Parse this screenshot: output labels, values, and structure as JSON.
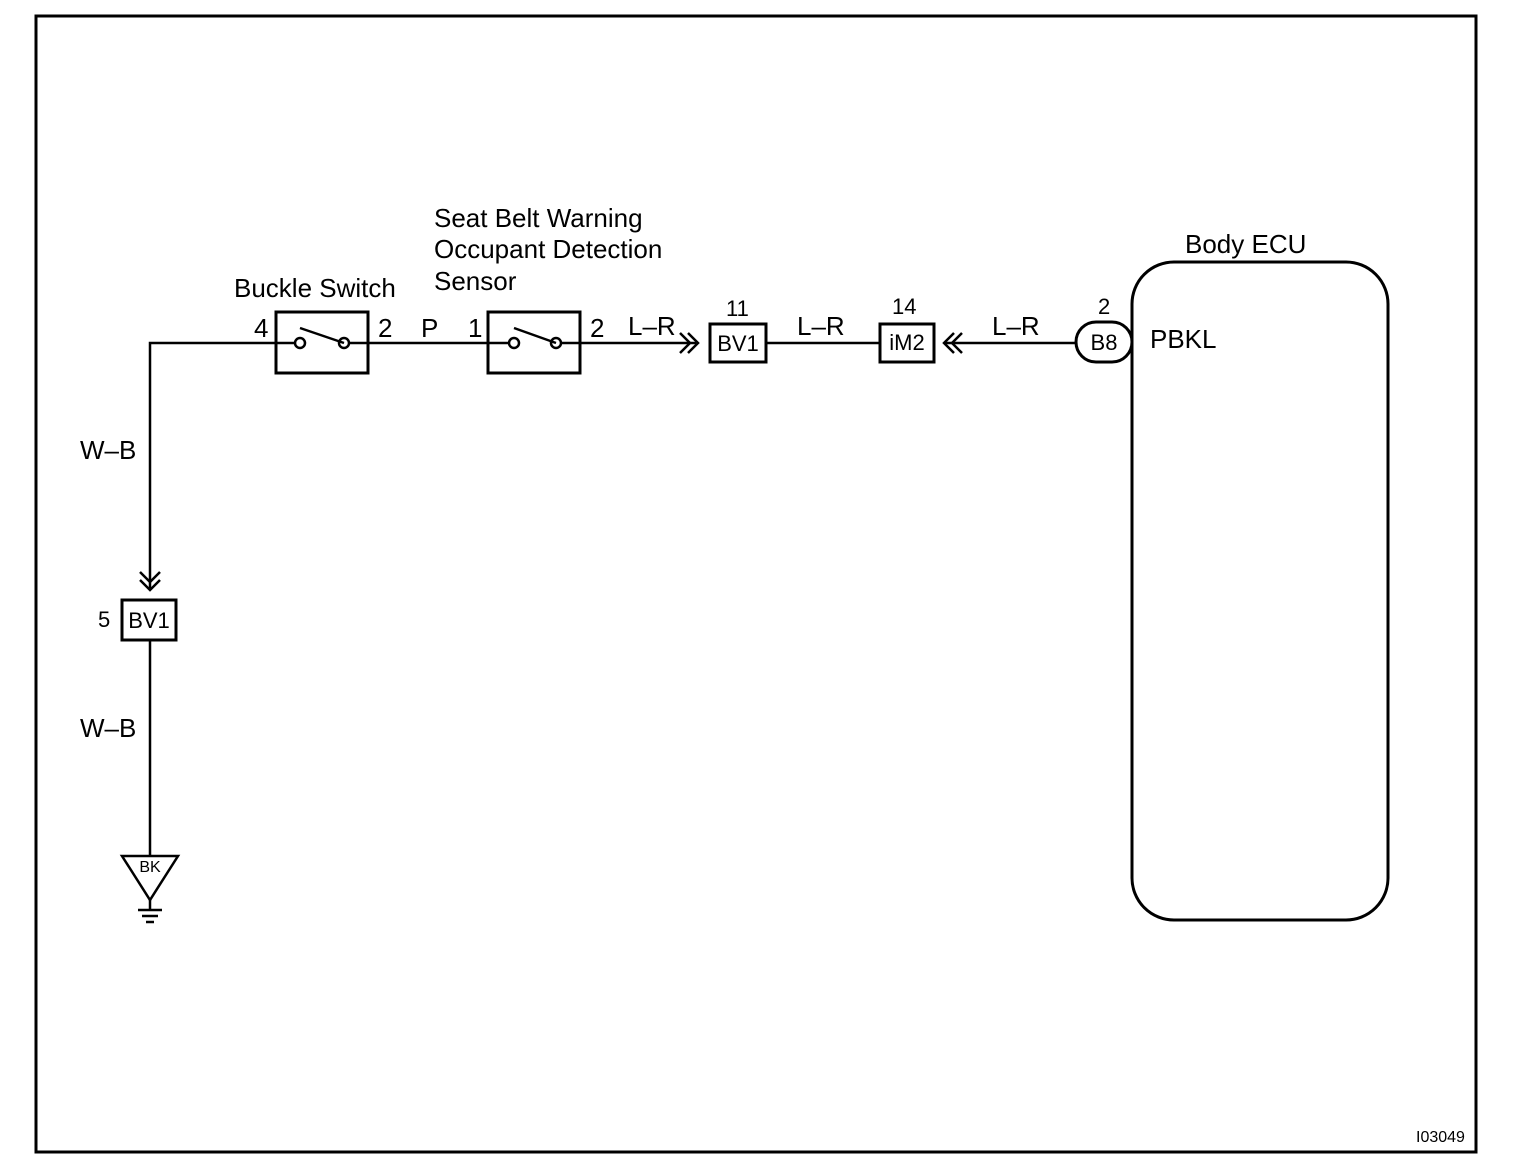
{
  "figure_id": "I03049",
  "components": {
    "buckle_switch": {
      "label": "Buckle Switch",
      "pin_left": "4",
      "pin_right": "2"
    },
    "occupant_sensor": {
      "label_line1": "Seat Belt Warning",
      "label_line2": "Occupant Detection",
      "label_line3": "Sensor",
      "pin_left": "1",
      "pin_right": "2"
    },
    "body_ecu": {
      "label": "Body ECU",
      "terminal": "PBKL"
    }
  },
  "connectors": {
    "bv1_top": {
      "code": "BV1",
      "pin": "11"
    },
    "im2": {
      "code": "iM2",
      "pin": "14"
    },
    "b8": {
      "code": "B8",
      "pin": "2"
    },
    "bv1_left": {
      "code": "BV1",
      "pin": "5"
    },
    "ground": {
      "code": "BK"
    }
  },
  "wires": {
    "p": "P",
    "lr_1": "L–R",
    "lr_2": "L–R",
    "lr_3": "L–R",
    "wb_upper": "W–B",
    "wb_lower": "W–B"
  }
}
